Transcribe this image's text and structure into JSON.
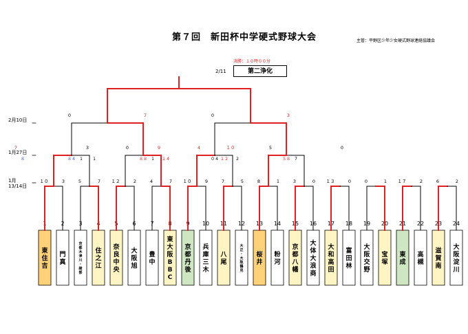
{
  "title": "第７回　新田杯中学硬式野球大会",
  "organizer": "主管：平野区少年少女硬式野球連絡協議会",
  "final": {
    "note": "決勝：１０時００分",
    "date": "2/11",
    "winner": "第二浄化"
  },
  "row_labels": {
    "semifinal": "2月10日",
    "round2": "1月27日",
    "round1": [
      "1月",
      "13/14日"
    ]
  },
  "colors": {
    "winner_line": "#e02020",
    "loser_line": "#000000",
    "score_red": "#e02020",
    "score_blue": "#3355cc",
    "fill_orange": "#ffd27a",
    "fill_yellow": "#fff5c4",
    "fill_green": "#cfe6c2",
    "fill_white": "#ffffff"
  },
  "teams": [
    {
      "num": "1",
      "name": "東住吉",
      "fill": "orange",
      "small": false
    },
    {
      "num": "2",
      "name": "門真",
      "fill": "white",
      "small": false
    },
    {
      "num": "3",
      "name": "京都木津川・綾部",
      "fill": "white",
      "small": true
    },
    {
      "num": "4",
      "name": "住之江",
      "fill": "yellow",
      "small": false
    },
    {
      "num": "5",
      "name": "奈良中央",
      "fill": "yellow",
      "small": false
    },
    {
      "num": "6",
      "name": "大阪旭",
      "fill": "white",
      "small": false
    },
    {
      "num": "7",
      "name": "豊中",
      "fill": "white",
      "small": false
    },
    {
      "num": "8",
      "name": "東大阪BBC",
      "fill": "yellow",
      "small": false
    },
    {
      "num": "9",
      "name": "京都丹後",
      "fill": "green",
      "small": false
    },
    {
      "num": "10",
      "name": "兵庫三木",
      "fill": "white",
      "small": false
    },
    {
      "num": "11",
      "name": "八尾",
      "fill": "yellow",
      "small": false
    },
    {
      "num": "12",
      "name": "大正・大阪鶴見",
      "fill": "white",
      "small": true
    },
    {
      "num": "13",
      "name": "桜井",
      "fill": "orange",
      "small": false
    },
    {
      "num": "14",
      "name": "粉河",
      "fill": "white",
      "small": false
    },
    {
      "num": "15",
      "name": "京都八幡",
      "fill": "yellow",
      "small": false
    },
    {
      "num": "16",
      "name": "大体大浪商",
      "fill": "white",
      "small": false
    },
    {
      "num": "17",
      "name": "大和高田",
      "fill": "yellow",
      "small": false
    },
    {
      "num": "18",
      "name": "富田林",
      "fill": "white",
      "small": false
    },
    {
      "num": "19",
      "name": "大阪交野",
      "fill": "white",
      "small": false
    },
    {
      "num": "20",
      "name": "宝塚",
      "fill": "yellow",
      "small": false
    },
    {
      "num": "21",
      "name": "東成",
      "fill": "green",
      "small": false
    },
    {
      "num": "22",
      "name": "高槻",
      "fill": "white",
      "small": false
    },
    {
      "num": "23",
      "name": "滋賀南",
      "fill": "yellow",
      "small": false
    },
    {
      "num": "24",
      "name": "大阪淀川",
      "fill": "white",
      "small": false
    }
  ],
  "round1": [
    {
      "teams": [
        1,
        2
      ],
      "winner": 0,
      "scores": [
        "１０",
        "3"
      ]
    },
    {
      "teams": [
        3,
        4
      ],
      "winner": 1,
      "scores": [
        "5",
        "7"
      ]
    },
    {
      "teams": [
        5,
        6
      ],
      "winner": 0,
      "scores": [
        "１２",
        "2"
      ]
    },
    {
      "teams": [
        7,
        8
      ],
      "winner": 1,
      "scores": [
        "4",
        "7"
      ]
    },
    {
      "teams": [
        9,
        10
      ],
      "winner": 0,
      "scores": [
        "１０",
        "9"
      ]
    },
    {
      "teams": [
        11,
        12
      ],
      "winner": 0,
      "scores": [
        "7",
        "5"
      ]
    },
    {
      "teams": [
        13,
        14
      ],
      "winner": 0,
      "scores": [
        "8",
        "1"
      ]
    },
    {
      "teams": [
        15,
        16
      ],
      "winner": 0,
      "scores": [
        "3",
        "0"
      ]
    },
    {
      "teams": [
        17,
        18
      ],
      "winner": 0,
      "scores": [
        "１３",
        "0"
      ]
    },
    {
      "teams": [
        19,
        20
      ],
      "winner": 1,
      "scores": [
        "0",
        "1"
      ]
    },
    {
      "teams": [
        21,
        22
      ],
      "winner": 0,
      "scores": [
        "１７",
        "2"
      ]
    },
    {
      "teams": [
        23,
        24
      ],
      "winner": 0,
      "scores": [
        "6",
        "2"
      ]
    }
  ],
  "round2": [
    {
      "winner": 0,
      "scores": [
        "7",
        "0"
      ],
      "inner": [
        {
          "text": "８",
          "color": "blue"
        },
        {
          "text": "８４",
          "color": "blue"
        },
        {
          "text": "1",
          "color": "black"
        }
      ]
    },
    {
      "winner": 1,
      "scores": [
        "3",
        "4"
      ],
      "inner": [
        {
          "text": "1",
          "color": "black"
        },
        {
          "text": "８８",
          "color": "red"
        },
        {
          "text": "1",
          "color": "black"
        }
      ]
    },
    {
      "winner": 0,
      "scores": [
        "9",
        "5"
      ],
      "inner": [
        {
          "text": "１４",
          "color": "red"
        },
        {
          "text": "０４",
          "color": "black"
        },
        {
          "text": "１２",
          "color": "red"
        }
      ]
    },
    {
      "winner": 0,
      "scores": [
        "１０",
        "0"
      ],
      "inner": [
        {
          "text": "2",
          "color": "black"
        },
        {
          "text": "５８",
          "color": "red"
        },
        {
          "text": "7",
          "color": "black"
        }
      ]
    }
  ],
  "semifinal": [
    {
      "winner": 1,
      "scores": [
        "0",
        "7"
      ]
    },
    {
      "winner": 1,
      "scores": [
        "0",
        "3"
      ]
    }
  ]
}
